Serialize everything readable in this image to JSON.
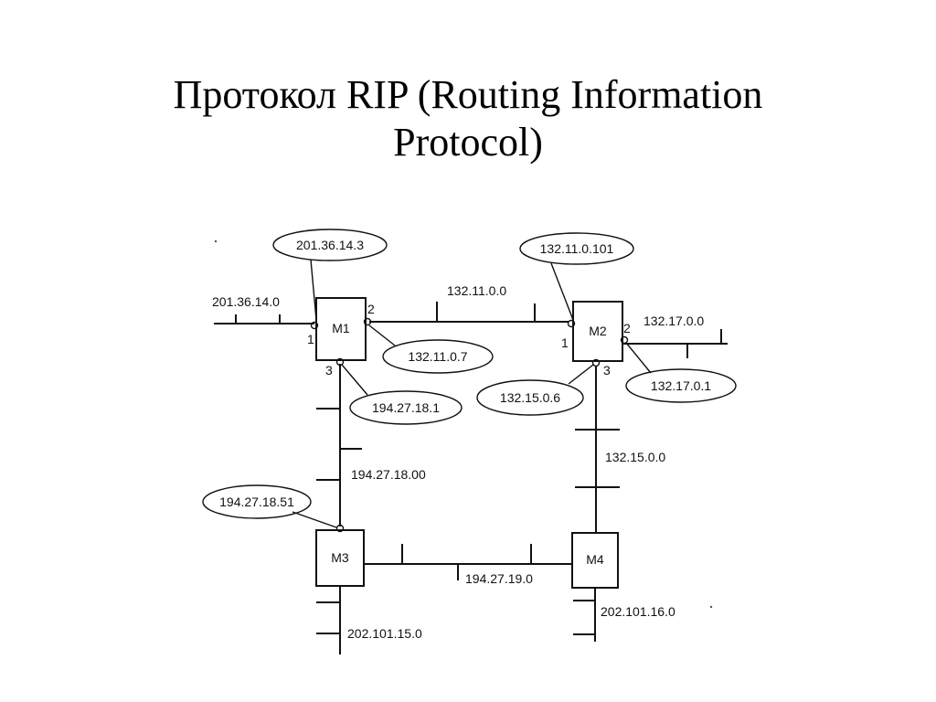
{
  "title": {
    "line1": "Протокол RIP (Routing Information",
    "line2": "Protocol)"
  },
  "routers": {
    "m1": "M1",
    "m2": "M2",
    "m3": "M3",
    "m4": "M4"
  },
  "ports": {
    "m1_p1": "1",
    "m1_p2": "2",
    "m1_p3": "3",
    "m2_p1": "1",
    "m2_p2": "2",
    "m2_p3": "3"
  },
  "networks": {
    "n201_36_14": "201.36.14.0",
    "n132_11": "132.11.0.0",
    "n132_17": "132.17.0.0",
    "n132_15": "132.15.0.0",
    "n194_27_18": "194.27.18.00",
    "n194_27_19": "194.27.19.0",
    "n202_101_15": "202.101.15.0",
    "n202_101_16": "202.101.16.0"
  },
  "addresses": {
    "a201_36_14_3": "201.36.14.3",
    "a132_11_0_101": "132.11.0.101",
    "a132_11_0_7": "132.11.0.7",
    "a132_17_0_1": "132.17.0.1",
    "a132_15_0_6": "132.15.0.6",
    "a194_27_18_1": "194.27.18.1",
    "a194_27_18_51": "194.27.18.51"
  }
}
